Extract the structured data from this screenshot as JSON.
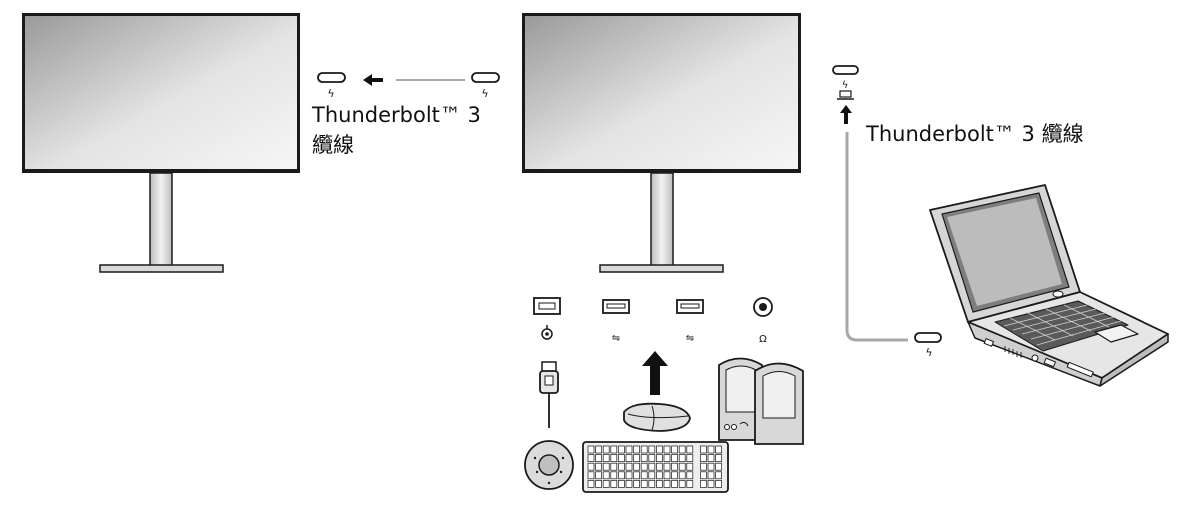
{
  "labels": {
    "cable_left_line1": "Thunderbolt™ 3",
    "cable_left_line2": "纜線",
    "cable_right": "Thunderbolt™ 3 纜線"
  },
  "icons": {
    "thunderbolt_glyph": "ϟ",
    "headphone_glyph": "Ω",
    "usb_glyph": "⇋"
  },
  "colors": {
    "outline": "#1a1a1a",
    "cable": "#a8a8a8",
    "screen_dark": "#9a9a9a",
    "screen_light": "#f2f2f2"
  }
}
